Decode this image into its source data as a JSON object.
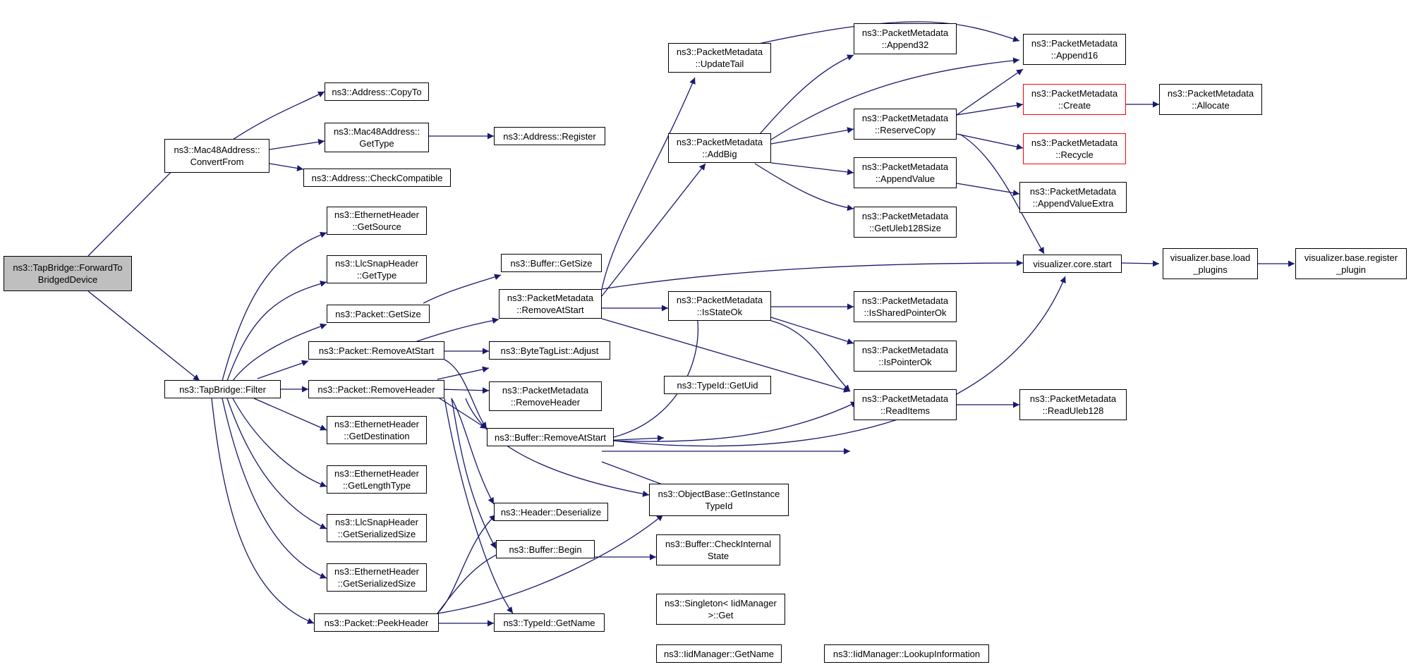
{
  "colors": {
    "edge": "#191970",
    "node_border": "#000000",
    "truncated_border": "#ff0000",
    "root_fill": "#bfbfbf"
  },
  "nodes": {
    "forward": "ns3::TapBridge::ForwardTo\nBridgedDevice",
    "convertfrom": "ns3::Mac48Address::\nConvertFrom",
    "filter": "ns3::TapBridge::Filter",
    "copyto": "ns3::Address::CopyTo",
    "mac_gettype": "ns3::Mac48Address::\nGetType",
    "checkcompat": "ns3::Address::CheckCompatible",
    "addr_register": "ns3::Address::Register",
    "eth_getsource": "ns3::EthernetHeader\n::GetSource",
    "llc_gettype": "ns3::LlcSnapHeader\n::GetType",
    "pkt_getsize": "ns3::Packet::GetSize",
    "pkt_removeatstart": "ns3::Packet::RemoveAtStart",
    "pkt_removeheader": "ns3::Packet::RemoveHeader",
    "eth_getdest": "ns3::EthernetHeader\n::GetDestination",
    "eth_getlentype": "ns3::EthernetHeader\n::GetLengthType",
    "llc_getser": "ns3::LlcSnapHeader\n::GetSerializedSize",
    "eth_getser": "ns3::EthernetHeader\n::GetSerializedSize",
    "pkt_peekheader": "ns3::Packet::PeekHeader",
    "buf_getsize": "ns3::Buffer::GetSize",
    "pm_removeatstart": "ns3::PacketMetadata\n::RemoveAtStart",
    "btl_adjust": "ns3::ByteTagList::Adjust",
    "pm_removeheader": "ns3::PacketMetadata\n::RemoveHeader",
    "buf_removeatstart": "ns3::Buffer::RemoveAtStart",
    "hdr_deserialize": "ns3::Header::Deserialize",
    "buf_begin": "ns3::Buffer::Begin",
    "typeid_getname": "ns3::TypeId::GetName",
    "pm_updatetail": "ns3::PacketMetadata\n::UpdateTail",
    "pm_addbig": "ns3::PacketMetadata\n::AddBig",
    "pm_isstateok": "ns3::PacketMetadata\n::IsStateOk",
    "typeid_getuid": "ns3::TypeId::GetUid",
    "ob_getinstance": "ns3::ObjectBase::GetInstance\nTypeId",
    "buf_checkinternal": "ns3::Buffer::CheckInternal\nState",
    "singleton_get": "ns3::Singleton< IidManager\n>::Get",
    "iid_getname": "ns3::IidManager::GetName",
    "pm_append32": "ns3::PacketMetadata\n::Append32",
    "pm_reservecopy": "ns3::PacketMetadata\n::ReserveCopy",
    "pm_appendvalue": "ns3::PacketMetadata\n::AppendValue",
    "pm_getuleb": "ns3::PacketMetadata\n::GetUleb128Size",
    "pm_issharedptr": "ns3::PacketMetadata\n::IsSharedPointerOk",
    "pm_isptrok": "ns3::PacketMetadata\n::IsPointerOk",
    "pm_readitems": "ns3::PacketMetadata\n::ReadItems",
    "iid_lookup": "ns3::IidManager::LookupInformation",
    "pm_append16": "ns3::PacketMetadata\n::Append16",
    "pm_create": "ns3::PacketMetadata\n::Create",
    "pm_recycle": "ns3::PacketMetadata\n::Recycle",
    "pm_appendvalueextra": "ns3::PacketMetadata\n::AppendValueExtra",
    "viz_start": "visualizer.core.start",
    "pm_readuleb": "ns3::PacketMetadata\n::ReadUleb128",
    "pm_allocate": "ns3::PacketMetadata\n::Allocate",
    "viz_loadplugins": "visualizer.base.load\n_plugins",
    "viz_registerplugin": "visualizer.base.register\n_plugin"
  }
}
